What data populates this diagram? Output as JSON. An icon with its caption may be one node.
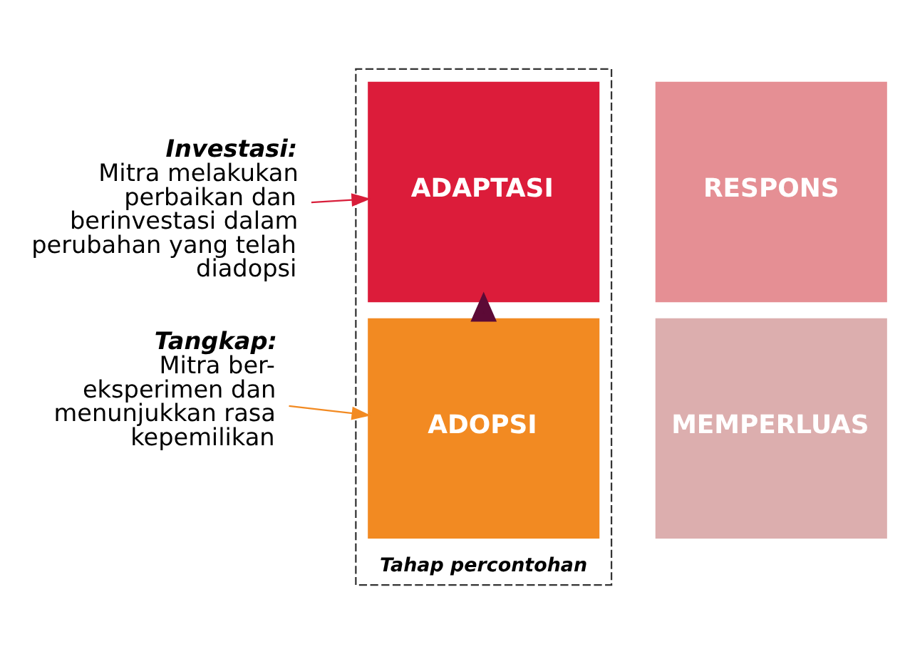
{
  "diagram": {
    "nodes": [
      {
        "text": [
          "Tahap percontohan"
        ]
      },
      {
        "text": [
          "ADAPTASI"
        ],
        "in": 0
      },
      {
        "text": [
          "ADOPSI"
        ],
        "in": 0
      },
      {
        "text": [
          "RESPONS"
        ]
      },
      {
        "text": [
          "MEMPERLUAS"
        ]
      },
      {
        "text": [
          "Investasi:",
          "Mitra melakukan perbaikan dan berinvestasi dalam perubahan yang telah diadopsi"
        ]
      },
      {
        "text": [
          "Tangkap:",
          "Mitra ber- eksperimen dan menunjukkan rasa kepemilikan"
        ]
      }
    ],
    "edges": [
      {
        "from": 2,
        "to": 1,
        "arrow": "to",
        "style": "thick",
        "color": "#5c0a36"
      },
      {
        "from": 5,
        "to": 1,
        "arrow": "to",
        "color": "#d81e3a"
      },
      {
        "from": 6,
        "to": 2,
        "arrow": "to",
        "color": "#f28a22"
      }
    ]
  }
}
